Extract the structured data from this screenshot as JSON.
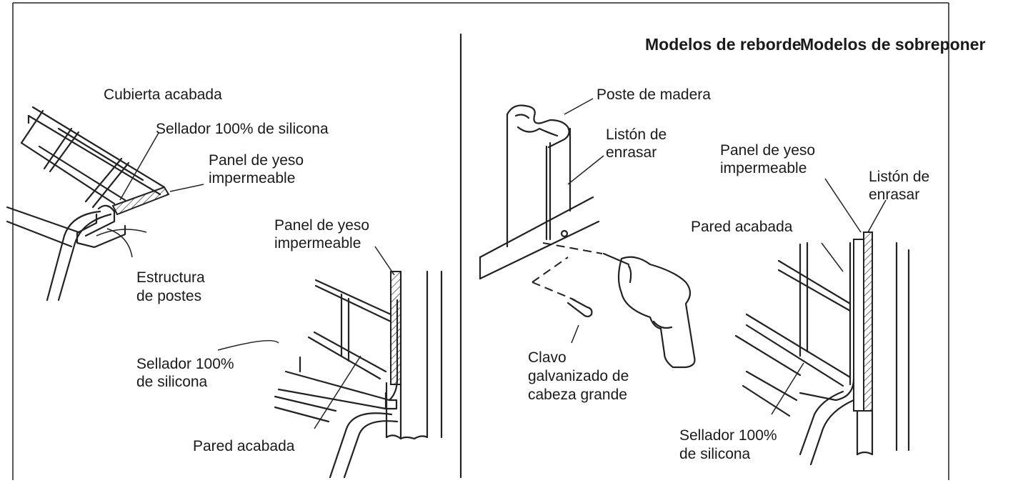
{
  "headers": {
    "flange": "Modelos de reborde",
    "overlay": "Modelos de sobreponer"
  },
  "left": {
    "finished_deck": "Cubierta acabada",
    "silicone_top": "Sellador 100% de silicona",
    "drywall_top_1": "Panel de yeso",
    "drywall_top_2": "impermeable",
    "drywall_right_1": "Panel de yeso",
    "drywall_right_2": "impermeable",
    "stud_1": "Estructura",
    "stud_2": "de postes",
    "silicone_bottom_1": "Sellador 100%",
    "silicone_bottom_2": "de silicona",
    "finished_wall": "Pared acabada"
  },
  "right": {
    "wood_stud": "Poste de madera",
    "furring_1_a": "Listón de",
    "furring_1_b": "enrasar",
    "drywall_1": "Panel de yeso",
    "drywall_2": "impermeable",
    "furring_2_a": "Listón de",
    "furring_2_b": "enrasar",
    "finished_wall": "Pared acabada",
    "nail_1": "Clavo",
    "nail_2": "galvanizado de",
    "nail_3": "cabeza grande",
    "silicone_1": "Sellador 100%",
    "silicone_2": "de silicona"
  }
}
